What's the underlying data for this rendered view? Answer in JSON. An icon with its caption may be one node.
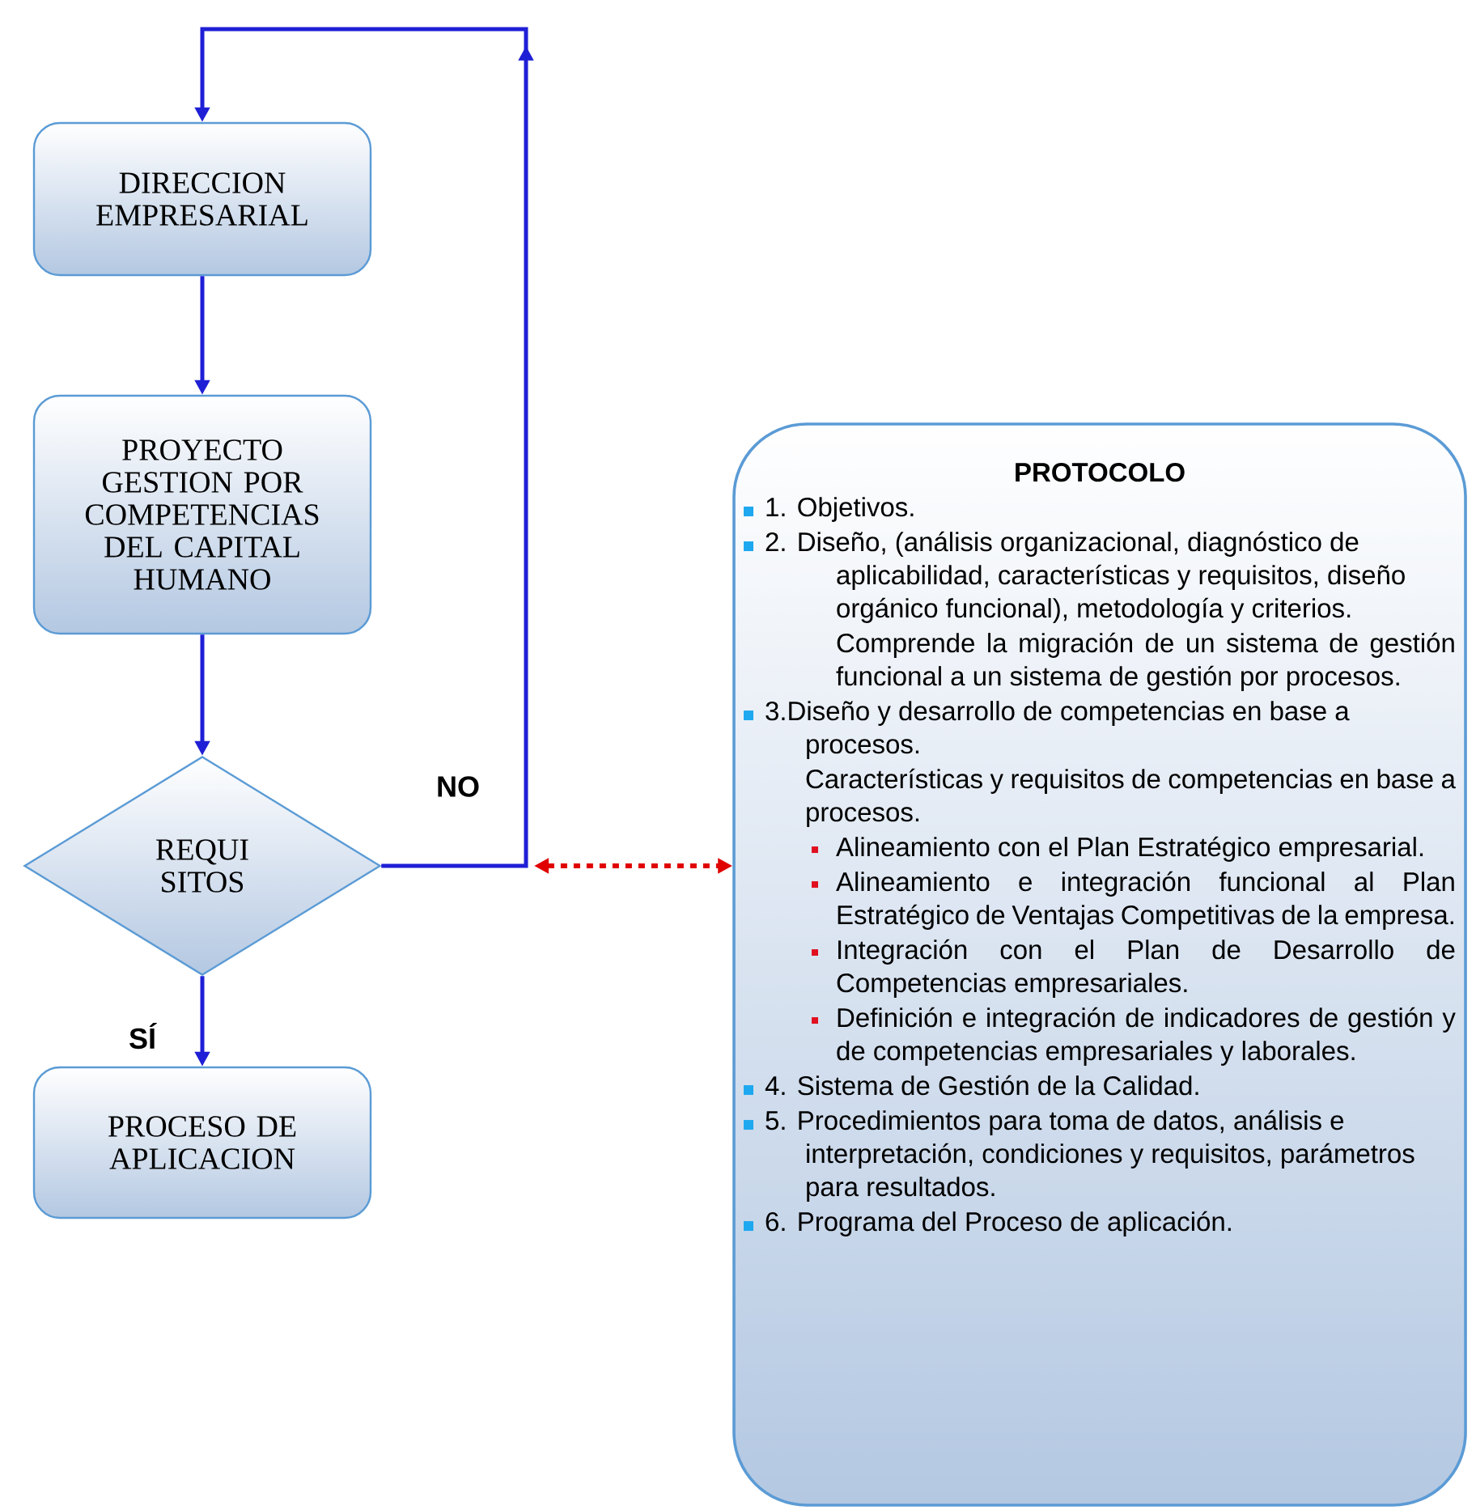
{
  "diagram": {
    "nodes": [
      {
        "text": [
          "DIRECCION EMPRESARIAL"
        ]
      },
      {
        "text": [
          "PROYECTO GESTION POR COMPETENCIAS DEL CAPITAL HUMANO"
        ]
      },
      {
        "text": [
          "REQUI SITOS"
        ]
      },
      {
        "text": [
          "PROCESO DE APLICACION"
        ]
      },
      {
        "text": [
          "PROTOCOLO",
          "1. Objetivos.",
          "2. Diseño, (análisis organizacional, diagnóstico de aplicabilidad, características y requisitos, diseño orgánico funcional), metodología y criterios.",
          "Comprende la migración de un sistema de gestión funcional a un sistema de gestión por procesos.",
          "3.Diseño y desarrollo de competencias en base a procesos.",
          "Características y requisitos de competencias en base a procesos.",
          "Alineamiento con el Plan Estratégico empresarial.",
          "Alineamiento e integración funcional al Plan Estratégico de Ventajas Competitivas de la empresa.",
          "Integración con el Plan de Desarrollo de Competencias empresariales.",
          "Definición e integración de indicadores de gestión y de competencias empresariales y laborales.",
          "4. Sistema de Gestión de la Calidad.",
          "5. Procedimientos para toma de datos, análisis e interpretación, condiciones y requisitos, parámetros para resultados.",
          "6. Programa del Proceso de aplicación."
        ]
      }
    ],
    "edges": [
      {
        "from": 0,
        "to": 1,
        "arrow": "to"
      },
      {
        "from": 1,
        "to": 2,
        "arrow": "to"
      },
      {
        "from": 2,
        "to": 3,
        "arrow": "to",
        "label": "SÍ"
      },
      {
        "from": 2,
        "to": 0,
        "arrow": "to",
        "label": "NO"
      },
      {
        "from": null,
        "to": 4,
        "arrow": "both",
        "style": "dashed",
        "color": "#e00000"
      }
    ]
  }
}
